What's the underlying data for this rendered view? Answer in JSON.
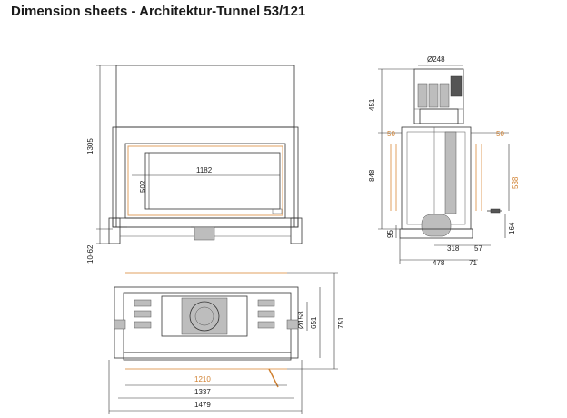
{
  "title": "Dimension sheets - Architektur-Tunnel 53/121",
  "front_view": {
    "height_total": "1305",
    "glass_width": "1182",
    "glass_height": "502",
    "foot_range": "10-62"
  },
  "side_view": {
    "flue_diameter": "Ø248",
    "flue_height": "451",
    "left_offset": "50",
    "right_offset": "50",
    "body_height": "848",
    "right_height": "538",
    "bottom_height": "95",
    "right_bottom_height": "164",
    "flue_offset": "318",
    "right_small": "57",
    "depth": "478",
    "right_depth": "71"
  },
  "top_view": {
    "inner_width": "1210",
    "mid_width": "1337",
    "outer_width": "1479",
    "air_diameter": "Ø158",
    "depth_inner": "651",
    "depth_outer": "751"
  }
}
